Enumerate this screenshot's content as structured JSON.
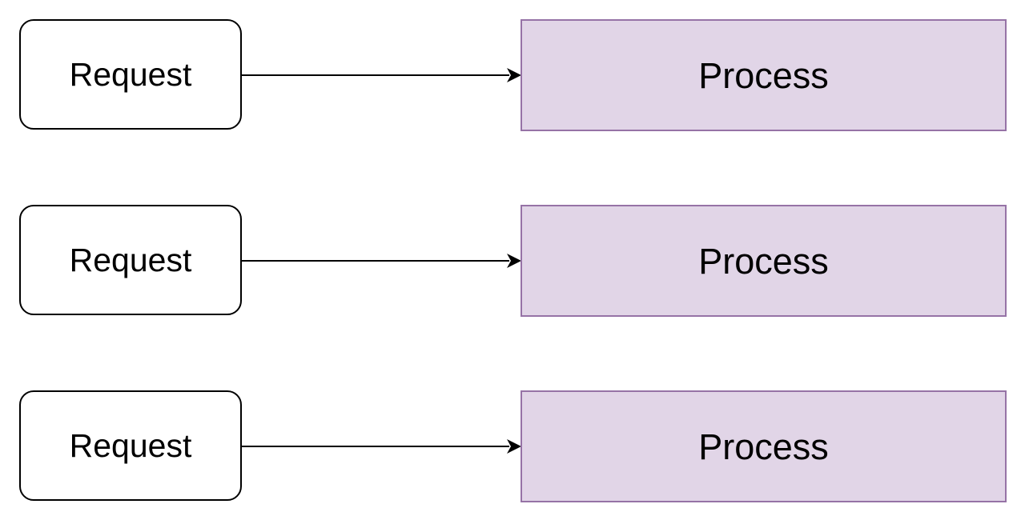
{
  "colors": {
    "request_border": "#000000",
    "request_fill": "#ffffff",
    "process_border": "#9673a6",
    "process_fill": "#e1d5e7",
    "arrow": "#000000"
  },
  "rows": [
    {
      "request": "Request",
      "process": "Process"
    },
    {
      "request": "Request",
      "process": "Process"
    },
    {
      "request": "Request",
      "process": "Process"
    }
  ]
}
